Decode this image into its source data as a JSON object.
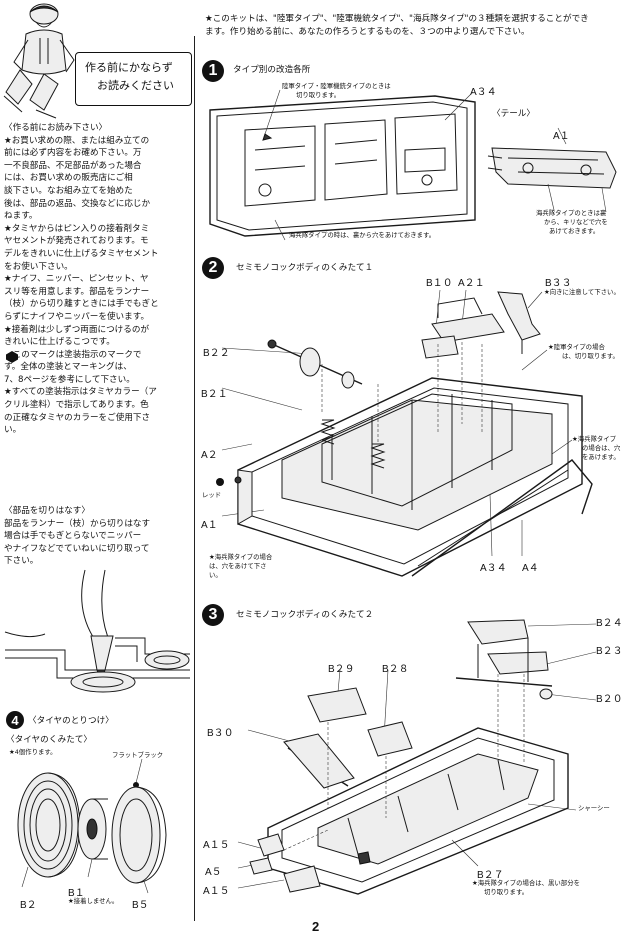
{
  "header": {
    "intro_line1": "★このキットは、\"陸軍タイプ\"、\"陸軍機銃タイプ\"、\"海兵隊タイプ\"の３種類を選択することができ",
    "intro_line2": "ます。作り始める前に、あなたの作ろうとするものを、３つの中より選んで下さい。"
  },
  "sidebar": {
    "banner_line1": "作る前にかならず",
    "banner_line2": "お読みください",
    "read_first": {
      "heading": "〈作る前にお読み下さい〉",
      "lines": [
        "★お買い求めの際、または組み立ての",
        "前には必ず内容をお確め下さい。万",
        "一不良部品、不足部品があった場合",
        "には、お買い求めの販売店にご相",
        "談下さい。なお組み立てを始めた",
        "後は、部品の返品、交換などに応じか",
        "ねます。",
        "★タミヤからはピン入りの接着剤タミ",
        "ヤセメントが発売されております。モ",
        "デルをきれいに仕上げるタミヤセメント",
        "をお使い下さい。",
        "★ナイフ、ニッパー、ピンセット、ヤ",
        "スリ等を用意します。部品をランナー",
        "（枝）から切り離すときには手でもぎと",
        "らずにナイフやニッパーを使います。",
        "★接着剤は少しずつ両面につけるのが",
        "きれいに仕上げるこつです。",
        "　このマークは塗装指示のマークで",
        "す。全体の塗装とマーキングは、",
        "7、8ページを参考にして下さい。",
        "★すべての塗装指示はタミヤカラー（ア",
        "クリル塗料）で指示してあります。色",
        "の正確なタミヤのカラーをご使用下さ",
        "い。"
      ]
    },
    "cut_parts": {
      "heading": "〈部品を切りはなす〉",
      "lines": [
        "部品をランナー（枝）から切りはなす",
        "場合は手でもぎとらないでニッパー",
        "やナイフなどでていねいに切り取って",
        "下さい。"
      ]
    },
    "step4": {
      "number": "4",
      "title": "〈タイヤのとりつけ〉",
      "sub": "〈タイヤのくみたて〉",
      "note": "★4個作ります。",
      "flat_black": "フラットブラック",
      "parts": {
        "b2": "B２",
        "b1": "B１",
        "b5": "B５"
      },
      "b1_note": "★接着しません。"
    }
  },
  "step1": {
    "number": "1",
    "title": "タイプ別の改造各所",
    "note_top_1": "陸軍タイプ・陸軍機銃タイプのときは",
    "note_top_2": "切り取ります。",
    "part_a34": "A３４",
    "tail_label": "〈テール〉",
    "part_a1": "A１",
    "note_bottom": "海兵隊タイプの時は、裏から穴をあけておきます。",
    "note_right_1": "海兵隊タイプのときは裏",
    "note_right_2": "から、キリなどで穴を",
    "note_right_3": "あけておきます。"
  },
  "step2": {
    "number": "2",
    "title": "セミモノコックボディのくみたて１",
    "parts": {
      "b10": "B１０",
      "a21": "A２１",
      "b33": "B３３",
      "b22": "B２２",
      "b21": "B２１",
      "a2": "A２",
      "a1": "A１",
      "a34": "A３４",
      "a4": "A４"
    },
    "note_b33": "★向きに注意して下さい。",
    "note_army_1": "★陸軍タイプの場合",
    "note_army_2": "は、切り取ります。",
    "note_marine_r1": "★海兵隊タイプ",
    "note_marine_r2": "の場合は、穴",
    "note_marine_r3": "をあけます。",
    "red_label": "レッド",
    "note_marine_l1": "★海兵隊タイプの場合",
    "note_marine_l2": "は、穴をあけて下さ",
    "note_marine_l3": "い。"
  },
  "step3": {
    "number": "3",
    "title": "セミモノコックボディのくみたて２",
    "parts": {
      "b24": "B２４",
      "b23": "B２３",
      "b29": "B２９",
      "b28": "B２８",
      "b20": "B２０",
      "b30": "B３０",
      "a15a": "A１５",
      "a5": "A５",
      "a15b": "A１５",
      "b27": "B２７"
    },
    "chassis_label": "シャーシー",
    "note_marine_1": "★海兵隊タイプの場合は、黒い部分を",
    "note_marine_2": "切り取ります。"
  },
  "footer": {
    "page_number": "2"
  }
}
